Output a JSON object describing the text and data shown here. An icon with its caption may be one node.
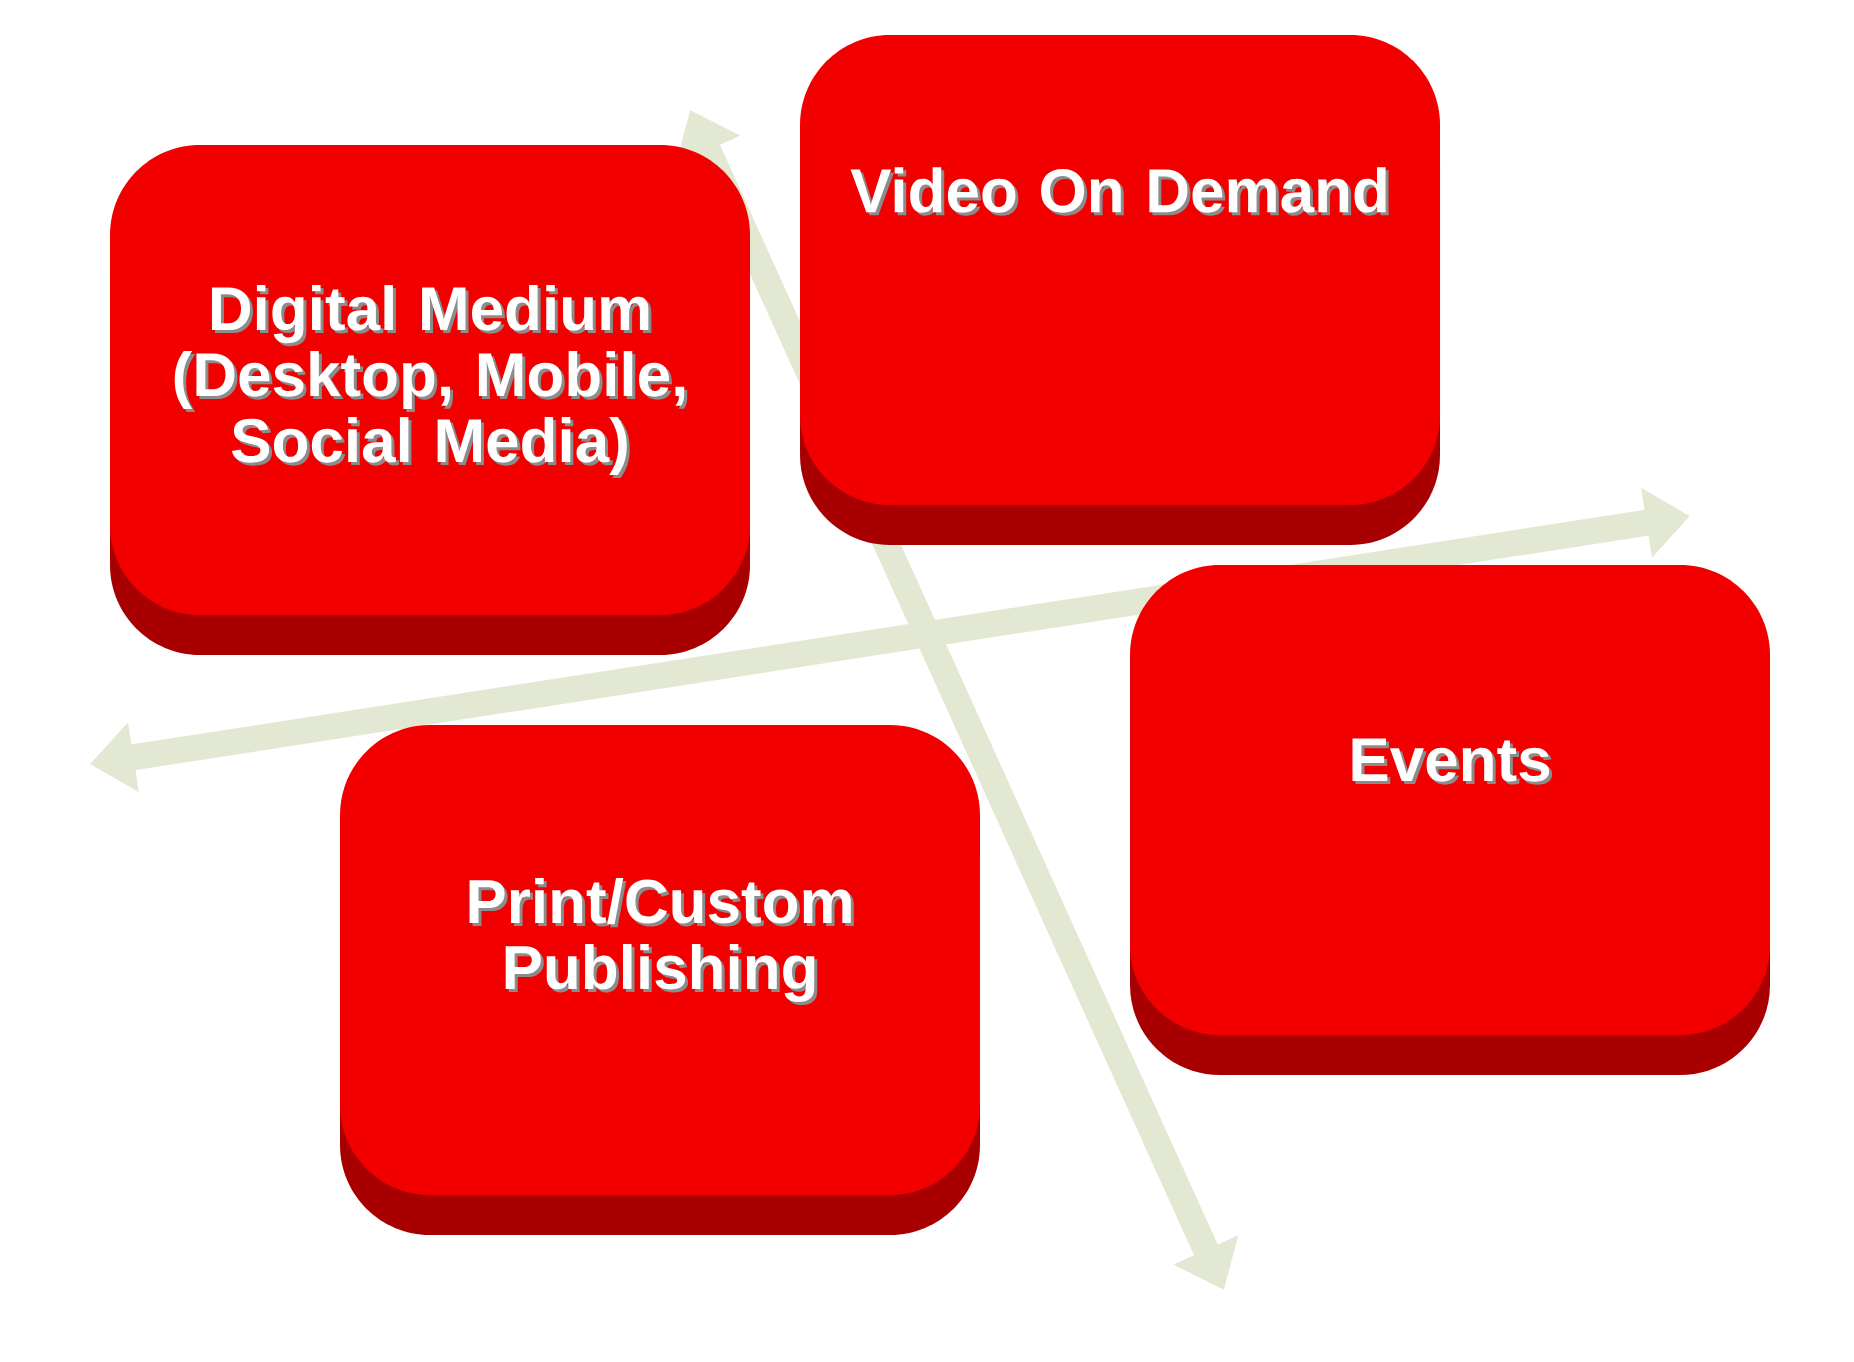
{
  "diagram": {
    "nodes": [
      {
        "text": [
          "Digital Medium (Desktop, Mobile, Social Media)"
        ]
      },
      {
        "text": [
          "Video On Demand"
        ]
      },
      {
        "text": [
          "Print/Custom Publishing"
        ]
      },
      {
        "text": [
          "Events"
        ]
      }
    ]
  }
}
